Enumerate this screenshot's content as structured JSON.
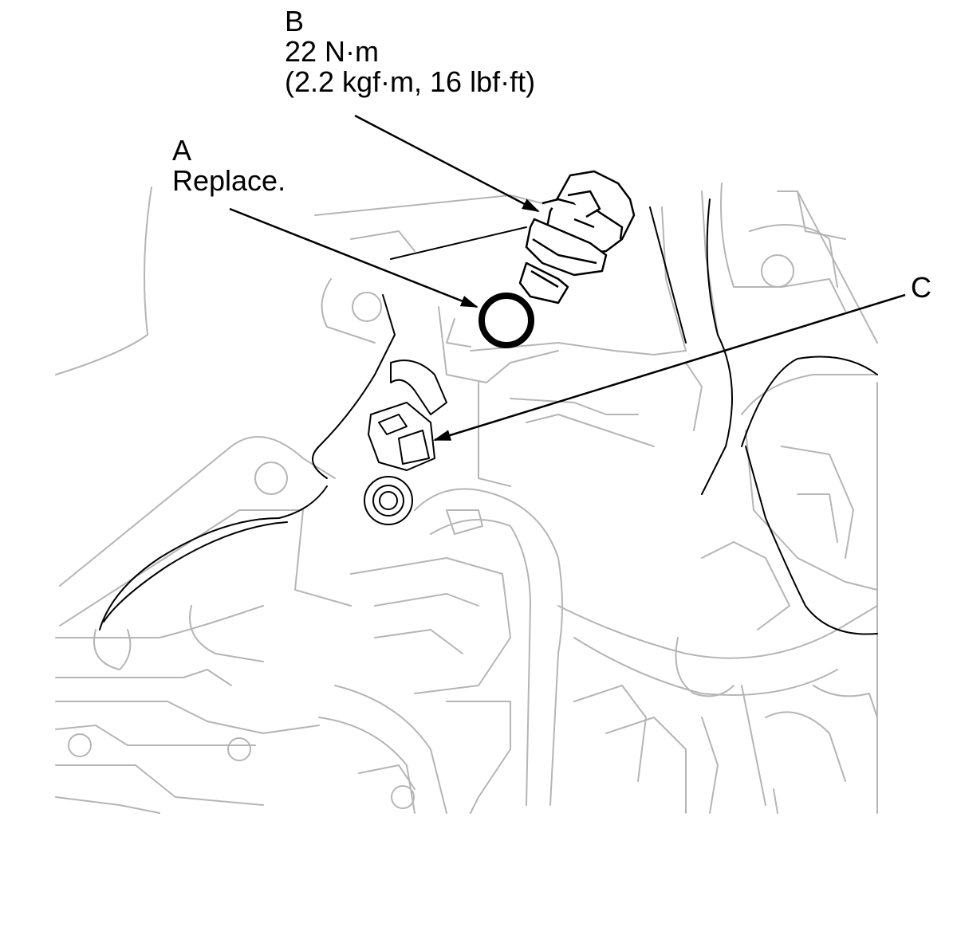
{
  "colors": {
    "ink": "#000000",
    "background_line": "#b5b5b5",
    "background": "#ffffff"
  },
  "callouts": {
    "b": {
      "letter": "B",
      "torque_metric": "22 N·m",
      "torque_alt": "(2.2 kgf·m, 16 lbf·ft)"
    },
    "a": {
      "letter": "A",
      "note": "Replace."
    },
    "c": {
      "letter": "C"
    }
  }
}
